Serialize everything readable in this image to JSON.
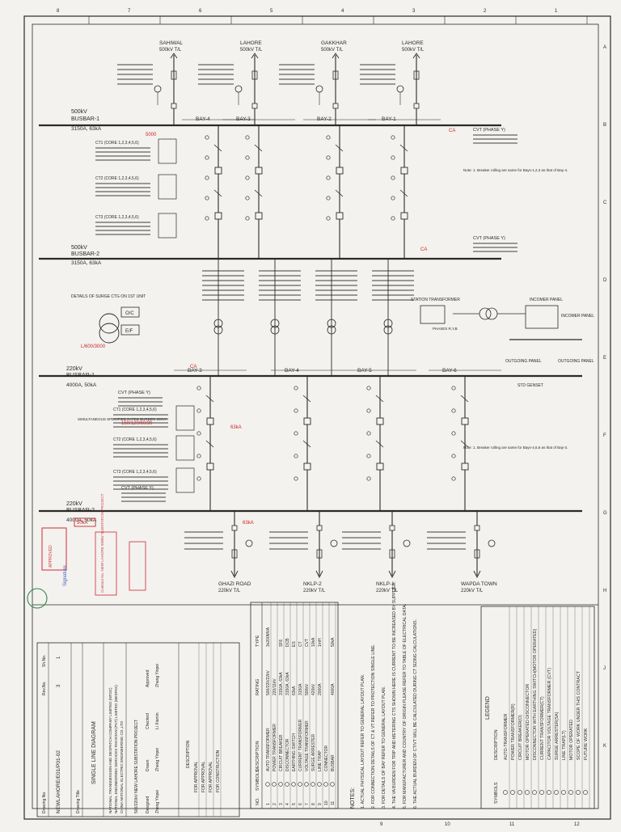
{
  "frame": {
    "top_ruler": [
      "8",
      "7",
      "6",
      "5",
      "4",
      "3",
      "2",
      "1"
    ],
    "side_ruler": [
      "A",
      "B",
      "C",
      "D",
      "E",
      "F",
      "G",
      "H",
      "J",
      "K"
    ],
    "bottom_ruler": [
      "9",
      "10",
      "11",
      "12"
    ]
  },
  "upper_feeders": [
    {
      "name": "SAHIWAL",
      "rating": "500kV T/L"
    },
    {
      "name": "LAHORE",
      "rating": "500kV T/L"
    },
    {
      "name": "GAKKHAR",
      "rating": "500kV T/L"
    },
    {
      "name": "LAHORE",
      "rating": "500kV T/L"
    }
  ],
  "busbars_500": [
    {
      "voltage": "500kV",
      "name": "BUSBAR-1",
      "rating": "3150A, 63kA"
    },
    {
      "voltage": "500kV",
      "name": "BUSBAR-2",
      "rating": "3150A, 63kA"
    }
  ],
  "busbars_220": [
    {
      "voltage": "220kV",
      "name": "BUSBAR-1",
      "rating": "4000A, 50kA"
    },
    {
      "voltage": "220kV",
      "name": "BUSBAR-2",
      "rating": "4000A, 50kA"
    }
  ],
  "bays_500": [
    "BAY-4",
    "BAY-3",
    "BAY-2",
    "BAY-1"
  ],
  "bays_220": [
    "BAY-3",
    "BAY-4",
    "BAY-5",
    "BAY-6"
  ],
  "lower_feeders": [
    {
      "name": "GHAZI ROAD",
      "rating": "220kV T/L"
    },
    {
      "name": "NKLP-2",
      "rating": "220kV T/L"
    },
    {
      "name": "NKLP-1",
      "rating": "220kV T/L"
    },
    {
      "name": "WAPDA TOWN",
      "rating": "220kV T/L"
    }
  ],
  "cvt_labels": [
    "CVT (PHASE Y)",
    "CVT (PHASE Y)",
    "CVT (PHASE Y)",
    "CVT (PHASE Y)"
  ],
  "ct_core_labels": [
    "CT1 (CORE 1,2,3,4,5,6)",
    "CT2 (CORE 1,2,3,4,5,6)",
    "CT3 (CORE 1,2,3,4,5,6)",
    "CT1 (CORE 1,2,3,4,5,6)",
    "CT2 (CORE 1,2,3,4,5,6)",
    "CT3 (CORE 1,2,3,4,5,6)"
  ],
  "misc_labels": {
    "surge_detail": "DETAILS OF SURGE CTG ON 1ST UNIT",
    "station_transformer": "STATION TRANSFORMER",
    "incomer_1": "INCOMER PANEL",
    "incomer_2": "INCOMER PANEL",
    "outgoing_1": "OUTGOING PANEL",
    "outgoing_2": "OUTGOING PANEL",
    "std_gen": "STD GENSET",
    "phases": "PHASES R,Y,B",
    "simult": "SIMULTANEOUS SPECIFIED RATED BURDEN 200VA",
    "note_1": "Note: 1. Breaker rolling are same for Bays-4,5,6 as that of Bay-3.",
    "note_2": "Note: 1. Breaker rolling are same for Bays-1,2,3 as that of Bay-4."
  },
  "annotations_red": [
    "5000",
    "CA",
    "CA",
    "CA",
    "L/600/3000",
    "63kA",
    "150/120/60/30",
    "50kA",
    "63kA"
  ],
  "notes": {
    "heading": "NOTES:",
    "items": [
      "1. ACTUAL PHYSICAL LAYOUT REFER TO GENERAL LAYOUT PLAN.",
      "2. FOR CONNECTION DETAILS OF CT & VT REFER TO PROTECTION SINGLE LINE.",
      "3. FOR DETAILS OF BAY REFER TO GENERAL LAYOUT PLAN.",
      "4. THE VA BURDEN FOR TRIP AND METERING CTS SHOWN HERE IS CURRENT TO BE INCREASED BY SUPPLIER.",
      "5. FOR MANUFACTURER AND COUNTRY OF ORIGIN PLEASE REFER TO TABLE OF ELECTRICAL DATA.",
      "6. THE ACTUAL BURDEN OF CT/VT WILL BE CALCULATED DURING CT SIZING CALCULATIONS."
    ]
  },
  "symbols_table": {
    "headers": [
      "NO.",
      "SYMBOLS",
      "DESCRIPTION",
      "RATING",
      "TYPE"
    ],
    "rows": [
      {
        "no": "1",
        "desc": "AUTO TRANSFORMER",
        "rating": "500/220/22kV",
        "type": "3x200MVA"
      },
      {
        "no": "2",
        "desc": "POWER TRANSFORMER",
        "rating": "220/11kV",
        "type": ""
      },
      {
        "no": "3",
        "desc": "CIRCUIT BREAKER",
        "rating": "3150A, 63kA",
        "type": "SF6"
      },
      {
        "no": "4",
        "desc": "DISCONNECTOR",
        "rating": "3150A, 63kA",
        "type": "DCB"
      },
      {
        "no": "5",
        "desc": "EARTHING SWITCH",
        "rating": "63kA",
        "type": "ES"
      },
      {
        "no": "6",
        "desc": "CURRENT TRANSFORMER",
        "rating": "3150A",
        "type": "CT"
      },
      {
        "no": "7",
        "desc": "VOLTAGE TRANSFORMER",
        "rating": "500kV",
        "type": "CVT"
      },
      {
        "no": "8",
        "desc": "SURGE ARRESTER",
        "rating": "420kV",
        "type": "10kA"
      },
      {
        "no": "9",
        "desc": "LINE TRAP",
        "rating": "2000A",
        "type": "1mH"
      },
      {
        "no": "10",
        "desc": "CONNECTOR",
        "rating": "",
        "type": ""
      },
      {
        "no": "11",
        "desc": "BUSBAR",
        "rating": "4000A",
        "type": "50kA"
      }
    ]
  },
  "legend": {
    "title": "LEGEND",
    "headers": [
      "SYMBOLS",
      "DESCRIPTION"
    ],
    "rows": [
      "AUTO-TRANSFORMER",
      "POWER TRANSFORMER(R)",
      "CIRCUIT BREAKER(O)",
      "MOTOR OPERATED DISCONNECTOR",
      "DISCONNECTOR WITH EARTHING SWITCH(MOTOR OPERATED)",
      "CURRENT TRANSFORMER(CT)",
      "CAPACITOR VOLTAGE TRANSFORMER (CVT)",
      "SURGE ARRESTER(SA)",
      "LINE TRAP(LT)",
      "MOTOR OPERATED",
      "SCOPE OF WORK UNDER THIS CONTRACT",
      "FUTURE WORK"
    ]
  },
  "title_block": {
    "company_1": "NATIONAL TRANSMISSION AND DESPATCH COMPANY LIMITED (NTDC)",
    "company_2": "NATIONAL ENGINEERING SERVICES PAKISTAN (PVT) LIMITED (NESPAK)",
    "company_3": "CHINA NATIONAL ELECTRIC ENGINEERING CO.,LTD",
    "project": "500/220kV NEW LAHORE SUBSTATION PROJECT",
    "drawing_title_label": "Drawing Title",
    "drawing_title": "SINGLE LINE DIAGRAM",
    "drawing_no_label": "Drawing No.",
    "drawing_no": "NEWLAHORE/E01/P01-02",
    "rev_label": "Rev.No.",
    "rev": "3",
    "sheet_label": "Sh.No.",
    "sheet": "1",
    "desc_header": "DESCRIPTION",
    "revisions": [
      "FOR APPROVAL",
      "FOR APPROVAL",
      "FOR APPROVAL",
      "FOR CONSTRUCTION"
    ],
    "roles": [
      "Designed",
      "Drawn",
      "Checked",
      "Approved"
    ],
    "names": [
      "Zhang Yinpei",
      "Zhang Yinpei",
      "Li Xiamin",
      "Zhang Yinpei"
    ]
  },
  "stamps": {
    "contract": "Contract No. NEW LAHORE 500kV SUBSTATION PROJECT",
    "approval": "APPROVED",
    "signature": "Signature"
  },
  "colors": {
    "paper": "#f3f2ee",
    "ink": "#2a2a2a",
    "pen_red": "#c8282d",
    "stamp_red": "#d23c4a",
    "stamp_green": "#2f8a4c",
    "stamp_blue": "#4663c9"
  }
}
